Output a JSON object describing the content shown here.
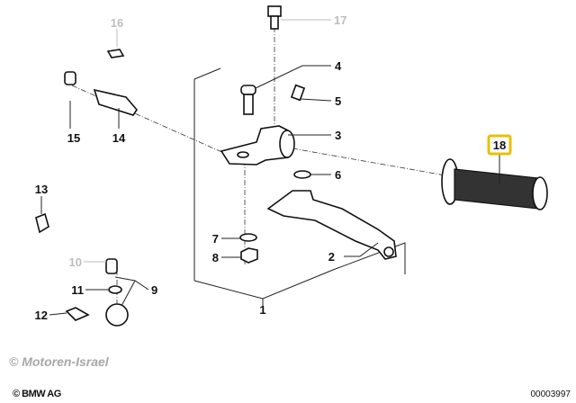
{
  "diagram": {
    "labels": {
      "p1": "1",
      "p2": "2",
      "p3": "3",
      "p4": "4",
      "p5": "5",
      "p6": "6",
      "p7": "7",
      "p8": "8",
      "p9": "9",
      "p10": "10",
      "p11": "11",
      "p12": "12",
      "p13": "13",
      "p14": "14",
      "p15": "15",
      "p16": "16",
      "p17": "17",
      "p18": "18"
    },
    "highlighted_part": "18",
    "highlight_color": "#e8c000",
    "unavailable_parts": [
      "10",
      "16",
      "17"
    ]
  },
  "footer": {
    "watermark": "© Motoren-Israel",
    "copyright": "© BMW AG",
    "diagram_code": "00003997"
  }
}
